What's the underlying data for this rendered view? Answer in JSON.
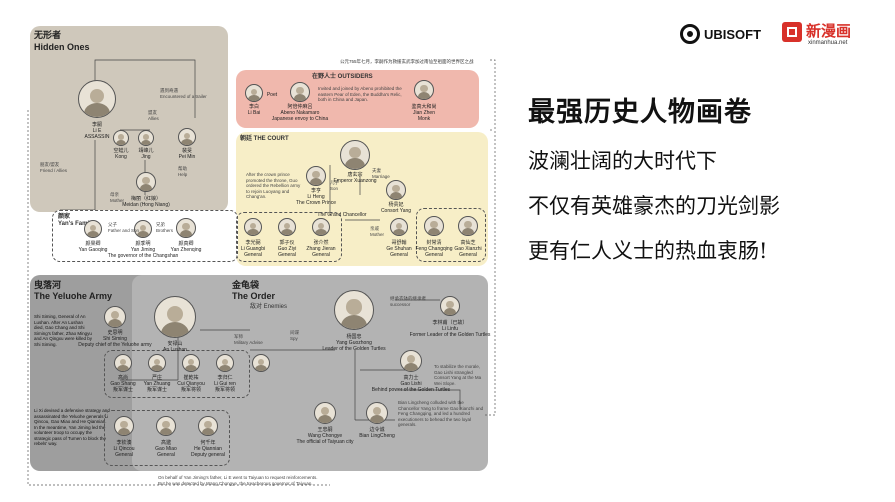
{
  "brand": {
    "ubisoft": "UBISOFT",
    "partner_cn": "新漫画",
    "partner_url": "xinmanhua.net"
  },
  "slogan": {
    "title": "最强历史人物画卷",
    "line1": "波澜壮阔的大时代下",
    "line2": "不仅有英雄豪杰的刀光剑影",
    "line3": "更有仁人义士的热血衷肠!"
  },
  "chart": {
    "top_note": "公元755年七月，李嗣作为救援玄武李加过南仙至祖面的世界区之战",
    "hidden_ones": {
      "title_cn": "无形者",
      "title_en": "Hidden Ones",
      "leader": {
        "cn": "李嗣",
        "en": "Li E",
        "role": "ASSASSIN"
      },
      "members": [
        {
          "cn": "空蛙儿",
          "en": "Kong"
        },
        {
          "cn": "靖峰儿",
          "en": "Jing"
        },
        {
          "cn": "裴旻",
          "en": "Pei Min"
        }
      ],
      "mother": {
        "cn": "梅丽（红娘）",
        "en": "Meidan (Hong Niang)"
      },
      "labels": {
        "encounter": "遇到奇遇\nEncountered of a trailer",
        "allies": "盟友\nAllies",
        "friend": "朋友/盟友\nFriend / Allies",
        "help": "帮助\nHelp",
        "mother_tag": "母亲\nMother"
      }
    },
    "yan_family": {
      "title_cn": "颜家",
      "title_en": "Yan's Family",
      "members": [
        {
          "cn": "颜杲卿",
          "en": "Yan Gaoqing"
        },
        {
          "cn": "颜季明",
          "en": "Yan Jiming",
          "note": "The governor of the Changshan"
        },
        {
          "cn": "颜真卿",
          "en": "Yan Zhenqing"
        }
      ],
      "labels": {
        "brothers": "兄弟\nBrothers",
        "father_son": "父子\nFather and Son"
      }
    },
    "outsiders": {
      "title": "在野人士 OUTSIDERS",
      "members": [
        {
          "cn": "李白",
          "en": "Li Bai",
          "role": "Poet"
        },
        {
          "cn": "阿倍仲麻吕",
          "en": "Abeno Nakamaro",
          "role": "Japanese envoy to China"
        },
        {
          "cn": "鉴真大和尚",
          "en": "Jian Zhen",
          "role": "Monk"
        }
      ],
      "note": "Invited and joined by Abeno prohibited the eastern Pear of Eden, the Buddha's Relic, both in China and Japan."
    },
    "court": {
      "title": "朝廷 THE COURT",
      "emperor": {
        "cn": "唐玄宗",
        "en": "Emperor Xuanzong"
      },
      "prince": {
        "cn": "李亨",
        "en": "Li Heng",
        "role": "The Crown Prince"
      },
      "chancellor": {
        "cn": "杨国忠",
        "en": "Yang Guozhong",
        "role": "The Grand Chancellor"
      },
      "consort": {
        "cn": "杨贵妃",
        "en": "Consort Yang"
      },
      "generals_left": [
        {
          "cn": "李光弼",
          "en": "Li Guangbi",
          "role": "General"
        },
        {
          "cn": "郭子仪",
          "en": "Guo Ziyi",
          "role": "General"
        },
        {
          "cn": "张介然",
          "en": "Zhang Jieran",
          "role": "General"
        }
      ],
      "generals_right": [
        {
          "cn": "哥舒翰",
          "en": "Ge Shuhan",
          "role": "General"
        },
        {
          "cn": "封常清",
          "en": "Feng Changqing",
          "role": "General"
        },
        {
          "cn": "高仙芝",
          "en": "Gao Xianzhi",
          "role": "General"
        }
      ],
      "tags": {
        "son": "儿子\nSon",
        "mother": "亲戚\nMother",
        "marriage": "夫妻\nMarriage"
      },
      "prince_note": "After the crown prince promoted the throne, Guo ordered the Rebellion army to rejoin Luoyang and Chang'an."
    },
    "yeluohe": {
      "title_cn": "曳落河",
      "title_en": "The Yeluohe Army",
      "deputy": {
        "cn": "史思明",
        "en": "Shi Siming",
        "role": "Deputy chief of the Yeluohe army"
      },
      "members": [
        {
          "cn": "高尚",
          "en": "Gao Shang",
          "role": "叛军谋士"
        },
        {
          "cn": "严庄",
          "en": "Yan Zhuang",
          "role": "叛军谋士"
        },
        {
          "cn": "崔乾祐",
          "en": "Cui Qianyou",
          "role": "叛军将领"
        },
        {
          "cn": "李归仁",
          "en": "Li Gui ren",
          "role": "叛军将领"
        }
      ],
      "generals": [
        {
          "cn": "李钦湊",
          "en": "Li Qincou",
          "role": "General"
        },
        {
          "cn": "高邈",
          "en": "Gao Miao",
          "role": "General"
        },
        {
          "cn": "何千年",
          "en": "He Qiannian",
          "role": "Deputy general"
        }
      ],
      "defense_note": "Li Xi devised a defensive strategy and assassinated the Yeluohe generals Li Qincou, Gao Miao and He Qiannian. In the meantime, Yan Jiming led the volunteer troop to occupy the strategic pass of Tumen to block the rebels' way.",
      "deputy_note": "Shi Siming, General of An Lushan. After An Lushan died, Gao Chang and Shi Siming's father, Zhao Mingyu and An Qingxu were killed by Shi Siming."
    },
    "order": {
      "title_cn": "金龟袋",
      "title_en": "The Order",
      "an_lushan": {
        "cn": "安禄山",
        "en": "An Lushan"
      },
      "yang_guozhong": {
        "cn": "杨国忠",
        "en": "Yang Guozhong",
        "role": "Leader of the Golden Turtles"
      },
      "li_linfu": {
        "cn": "李林甫（已故）",
        "en": "Li Linfu",
        "role": "Former Leader of the Golden Turtles"
      },
      "gao_lishi": {
        "cn": "高力士",
        "en": "Gao Lishi",
        "role": "Behind power of the Golden Turtles"
      },
      "wang_chongye": {
        "cn": "王忠嗣",
        "en": "Wang Chongye",
        "role": "The official of Taiyuan city"
      },
      "bian_lingcheng": {
        "cn": "边令诚",
        "en": "Bian LingCheng"
      },
      "tags": {
        "enemies": "敌对 Enemies",
        "military_advise": "军师\nMilitary Advise",
        "spy": "间谍\nSpy",
        "successor": "继承衣钵的继承者\nsuccessor"
      },
      "gao_note": "To stabilize the morale, Gao Lishi strangled Consort Yang at the Ma Wei Slope.",
      "bian_note": "Bian Lingcheng colluded with the Chancellor Yang to frame Gao Xianzhi and Feng Changqing, and led a hundred executioners to behead the two loyal generals."
    },
    "bottom_note_1": "On behalf of Yan Jiming's father, Li E went to Taiyuan to request reinforcements.",
    "bottom_note_2": "But he was detected by Wang Chongye, the treacherous governor of Taiyuan."
  }
}
